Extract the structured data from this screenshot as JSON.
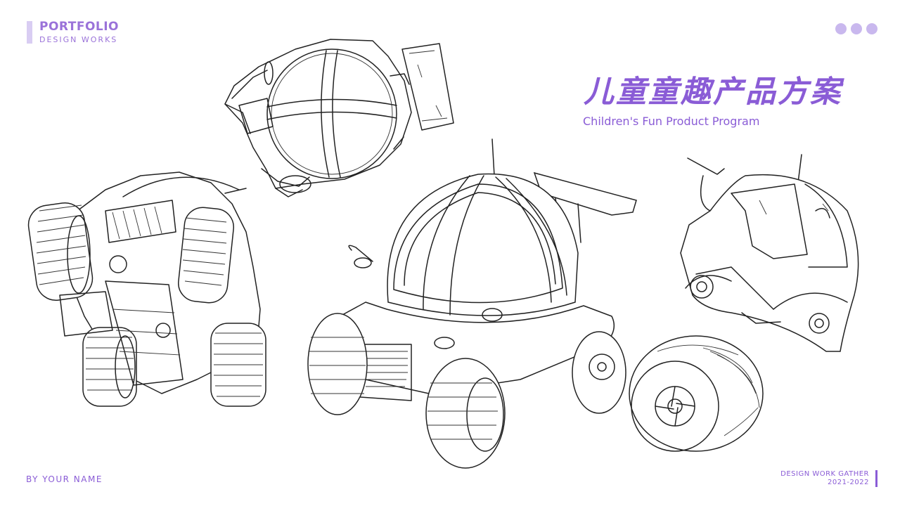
{
  "brand": {
    "title": "PORTFOLIO",
    "subtitle": "DESIGN WORKS"
  },
  "title": {
    "chinese": "儿童童趣产品方案",
    "english": "Children's Fun Product Program"
  },
  "footer": {
    "author": "BY YOUR NAME",
    "gather_label": "DESIGN WORK GATHER",
    "years": "2021-2022"
  },
  "colors": {
    "accent": "#8a5cd6",
    "accent_light": "#c9b8ee",
    "line_art": "#222222",
    "background": "#ffffff"
  }
}
